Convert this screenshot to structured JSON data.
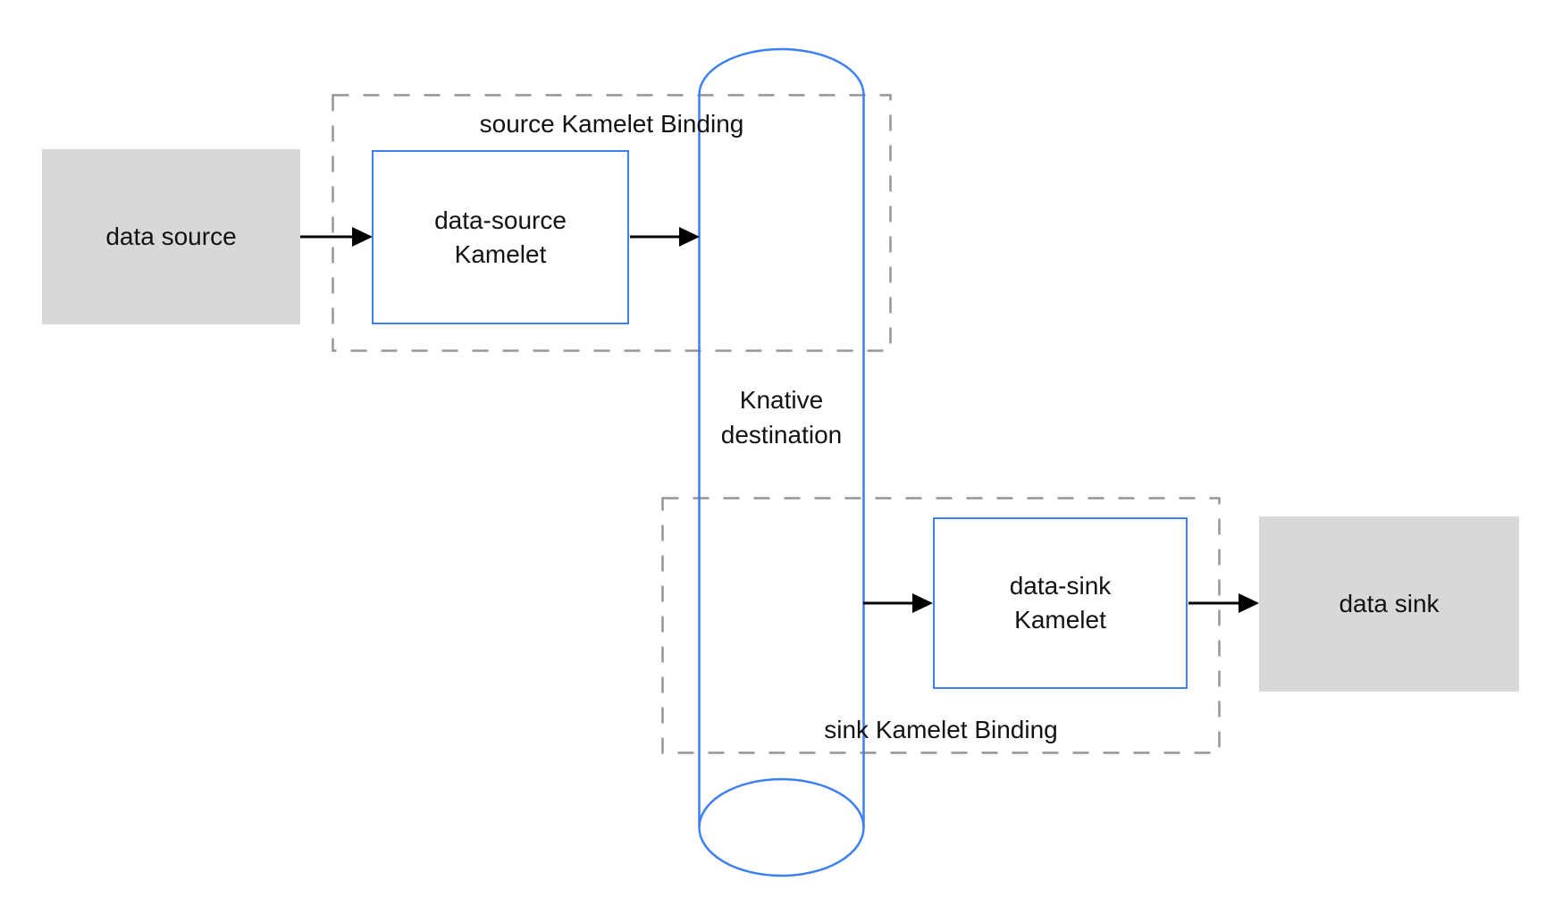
{
  "diagram": {
    "title": "Kamelet Binding data flow diagram",
    "nodes": {
      "data_source": {
        "label": "data source"
      },
      "data_source_kamelet": {
        "line1": "data-source",
        "line2": "Kamelet"
      },
      "source_binding": {
        "label": "source Kamelet Binding"
      },
      "knative_destination": {
        "line1": "Knative",
        "line2": "destination"
      },
      "sink_binding": {
        "label": "sink Kamelet Binding"
      },
      "data_sink_kamelet": {
        "line1": "data-sink",
        "line2": "Kamelet"
      },
      "data_sink": {
        "label": "data sink"
      }
    },
    "colors": {
      "blue_stroke": "#3d7ff5",
      "gray_fill": "#d8d8d8",
      "dashed_border": "#969696",
      "arrow": "#000000",
      "text": "#121212"
    }
  }
}
